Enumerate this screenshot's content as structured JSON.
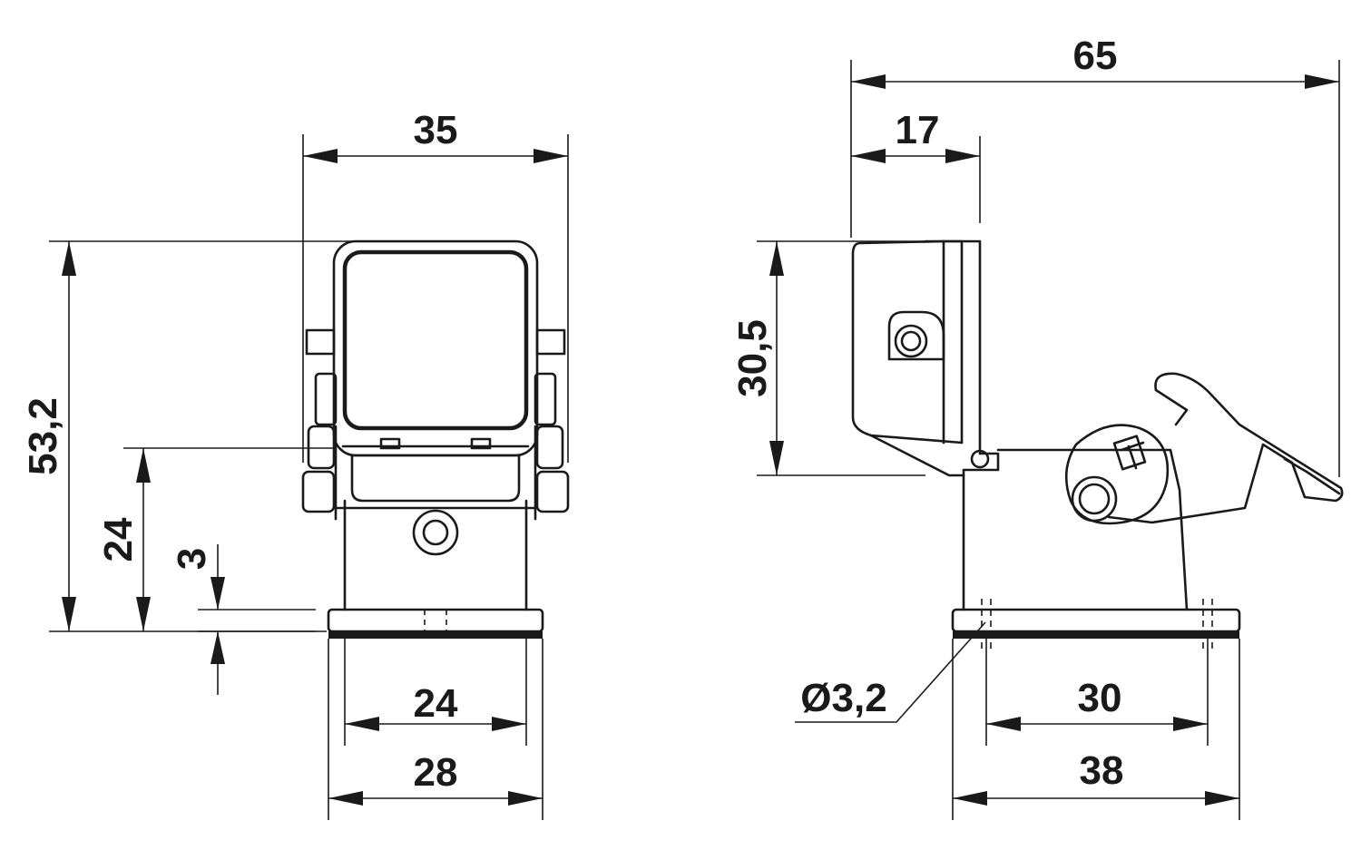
{
  "front_view": {
    "dimensions": {
      "width_top": "35",
      "overall_height": "53,2",
      "base_height": "24",
      "flange_thickness": "3",
      "hole_spacing": "24",
      "flange_width": "28"
    }
  },
  "side_view": {
    "dimensions": {
      "overall_length": "65",
      "hood_depth": "17",
      "hood_height": "30,5",
      "hole_diameter": "Ø3,2",
      "hole_spacing": "30",
      "flange_length": "38"
    }
  }
}
